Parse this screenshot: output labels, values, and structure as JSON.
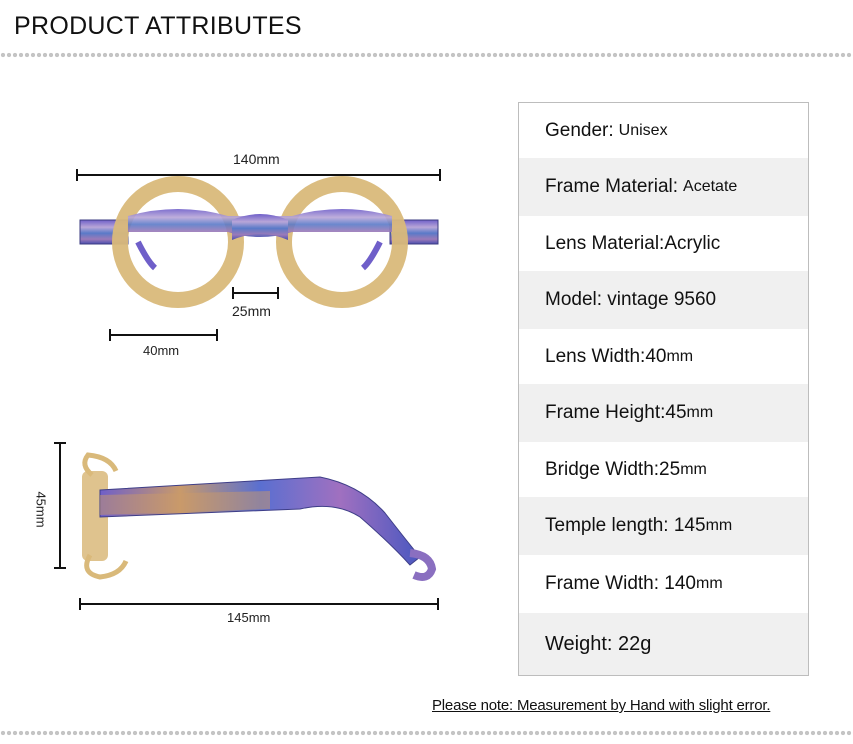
{
  "header": {
    "title": "PRODUCT ATTRIBUTES"
  },
  "dimensions": {
    "frame_width": "140mm",
    "bridge_width": "25mm",
    "lens_width": "40mm",
    "frame_height": "45mm",
    "temple_length": "145mm"
  },
  "specs": [
    {
      "label": "Gender: ",
      "value": "Unisex"
    },
    {
      "label": "Frame Material: ",
      "value": "Acetate"
    },
    {
      "label": "Lens Material:Acrylic",
      "value": ""
    },
    {
      "label": "Model: vintage 9560",
      "value": ""
    },
    {
      "label": "Lens Width:40",
      "value": "mm"
    },
    {
      "label": "Frame Height:45",
      "value": "mm"
    },
    {
      "label": "Bridge Width:25",
      "value": "mm"
    },
    {
      "label": "Temple length: 145",
      "value": "mm"
    },
    {
      "label": "Frame Width: 140",
      "value": "mm"
    },
    {
      "label": "Weight: 22g",
      "value": ""
    }
  ],
  "note": "Please note: Measurement by Hand with slight error.",
  "colors": {
    "frame_amber": "#d9b97a",
    "frame_purple": "#6f5fc9",
    "divider": "#c4c4c4"
  }
}
